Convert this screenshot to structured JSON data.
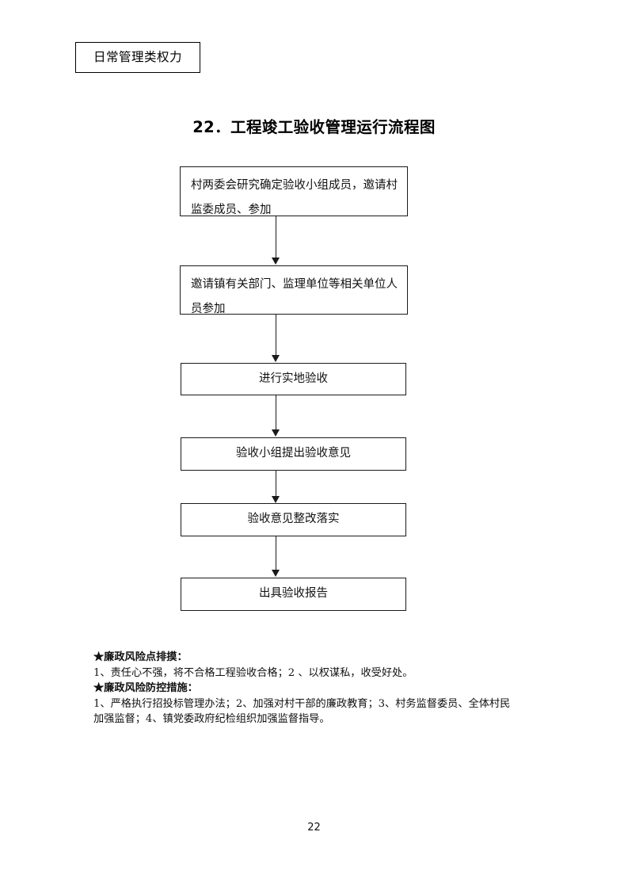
{
  "document": {
    "category_badge": "日常管理类权力",
    "title": "22．工程竣工验收管理运行流程图",
    "page_number": "22"
  },
  "flowchart": {
    "type": "flowchart",
    "orientation": "vertical",
    "nodes": [
      {
        "id": "node-1",
        "text": "村两委会研究确定验收小组成员，邀请村监委成员、参加",
        "align": "left"
      },
      {
        "id": "node-2",
        "text": "邀请镇有关部门、监理单位等相关单位人员参加",
        "align": "left"
      },
      {
        "id": "node-3",
        "text": "进行实地验收",
        "align": "center"
      },
      {
        "id": "node-4",
        "text": "验收小组提出验收意见",
        "align": "center"
      },
      {
        "id": "node-5",
        "text": "验收意见整改落实",
        "align": "center"
      },
      {
        "id": "node-6",
        "text": "出具验收报告",
        "align": "center"
      }
    ],
    "connectors": [
      {
        "from": "node-1",
        "to": "node-2",
        "arrow": "down"
      },
      {
        "from": "node-2",
        "to": "node-3",
        "arrow": "down"
      },
      {
        "from": "node-3",
        "to": "node-4",
        "arrow": "down"
      },
      {
        "from": "node-4",
        "to": "node-5",
        "arrow": "down"
      },
      {
        "from": "node-5",
        "to": "node-6",
        "arrow": "down"
      }
    ]
  },
  "notes": {
    "risk_heading": "★廉政风险点排摸：",
    "risk_body": "1、责任心不强，将不合格工程验收合格；2 、以权谋私，收受好处。",
    "control_heading": "★廉政风险防控措施：",
    "control_body_line1": "1、严格执行招投标管理办法；2、加强对村干部的廉政教育；3、村务监督委员、全体村民",
    "control_body_line2": "加强监督；4、镇党委政府纪检组织加强监督指导。"
  }
}
